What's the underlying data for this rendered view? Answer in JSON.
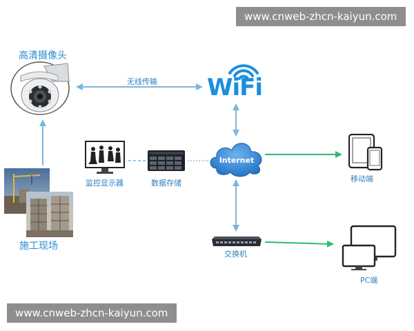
{
  "watermarks": {
    "top": "www.cnweb-zhcn-kaiyun.com",
    "bottom": "www.cnweb-zhcn-kaiyun.com"
  },
  "labels": {
    "camera": "高清摄像头",
    "wireless": "无线传输",
    "wifi": "WiFi",
    "internet": "Internet",
    "monitor": "监控显示器",
    "storage": "数据存储",
    "mobile": "移动端",
    "switch": "交换机",
    "pc": "PC端",
    "site": "施工现场"
  },
  "colors": {
    "arrow_blue": "#7ab6dd",
    "arrow_green": "#2eb872",
    "label_blue": "#2a8bd0",
    "wifi_blue": "#1a8fe0",
    "cloud_blue": "#2f86d6"
  }
}
